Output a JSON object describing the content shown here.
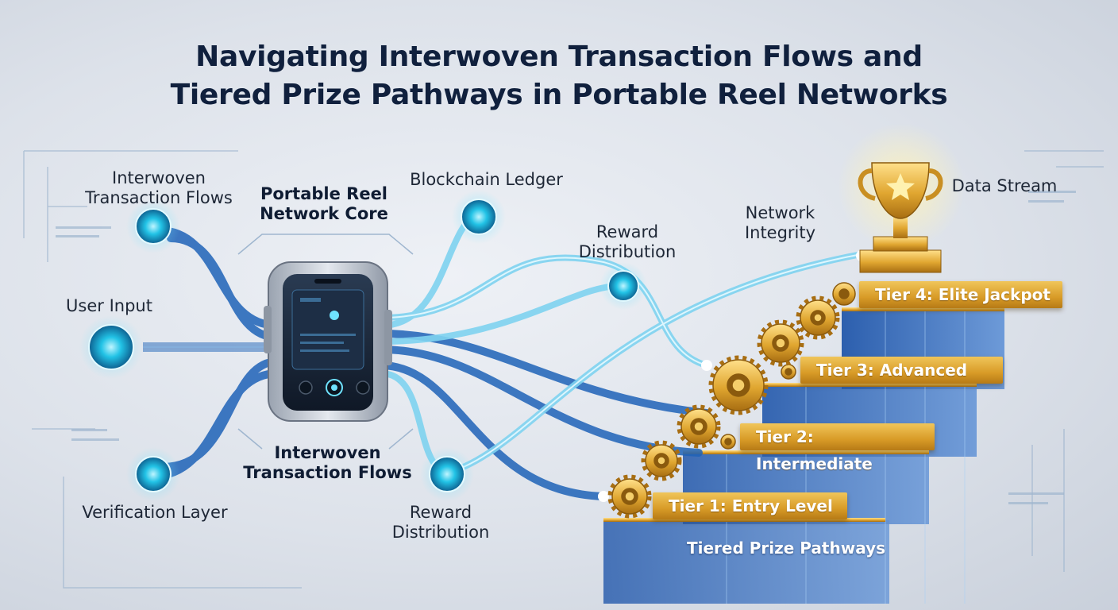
{
  "title": {
    "line1": "Navigating Interwoven Transaction Flows and",
    "line2": "Tiered Prize Pathways in Portable Reel Networks"
  },
  "labels": {
    "interwoven_top": [
      "Interwoven",
      "Transaction Flows"
    ],
    "core": [
      "Portable Reel",
      "Network Core"
    ],
    "blockchain": "Blockchain Ledger",
    "reward_upper": [
      "Reward",
      "Distribution"
    ],
    "network_integrity": [
      "Network",
      "Integrity"
    ],
    "data_stream": "Data Stream",
    "user_input": "User Input",
    "verification": "Verification Layer",
    "interwoven_bottom": [
      "Interwoven",
      "Transaction Flows"
    ],
    "reward_lower": [
      "Reward",
      "Distribution"
    ]
  },
  "tiers": [
    "Tier 1: Entry Level",
    "Tier 2: Intermediate",
    "Tier 3: Advanced",
    "Tier 4: Elite Jackpot"
  ],
  "pathways_label": "Tiered Prize Pathways",
  "colors": {
    "flow_dark": "#1f63b8",
    "flow_light": "#7fd3f0",
    "node_glow": "#25c6e8",
    "gold": "#e0a630",
    "stair_blue": "#3e73c2",
    "title": "#10203d"
  },
  "icons": {
    "device": "portable-device-icon",
    "trophy": "trophy-icon",
    "gear": "gear-icon",
    "node": "glowing-node-icon"
  }
}
